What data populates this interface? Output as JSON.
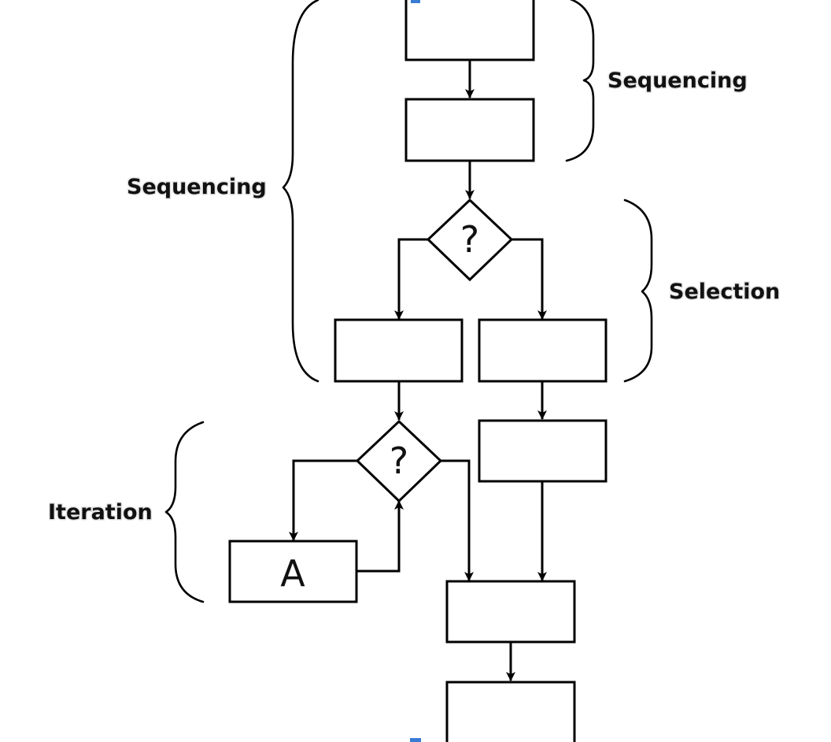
{
  "labels": {
    "sequencing_right": "Sequencing",
    "sequencing_left": "Sequencing",
    "selection": "Selection",
    "iteration": "Iteration"
  },
  "decisions": {
    "upper": "?",
    "lower": "?"
  },
  "process": {
    "iteration_body": "A"
  }
}
